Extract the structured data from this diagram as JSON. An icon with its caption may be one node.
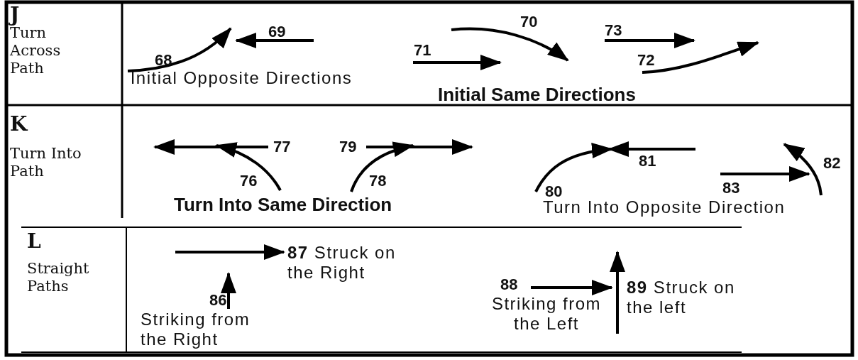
{
  "diagram": {
    "labels": [
      "J",
      "Turn Across Path",
      "68",
      "69",
      "Initial Opposite Directions",
      "70",
      "71",
      "73",
      "72",
      "Initial Same Directions",
      "K",
      "Turn Into Path",
      "77",
      "79",
      "76",
      "78",
      "Turn Into Same Direction",
      "81",
      "82",
      "80",
      "83",
      "Turn Into Opposite Direction",
      "L",
      "Straight Paths",
      "**87** Struck on the Right",
      "86",
      "Striking from the Right",
      "88",
      "Striking from the Left",
      "**89** Struck on the left"
    ]
  }
}
